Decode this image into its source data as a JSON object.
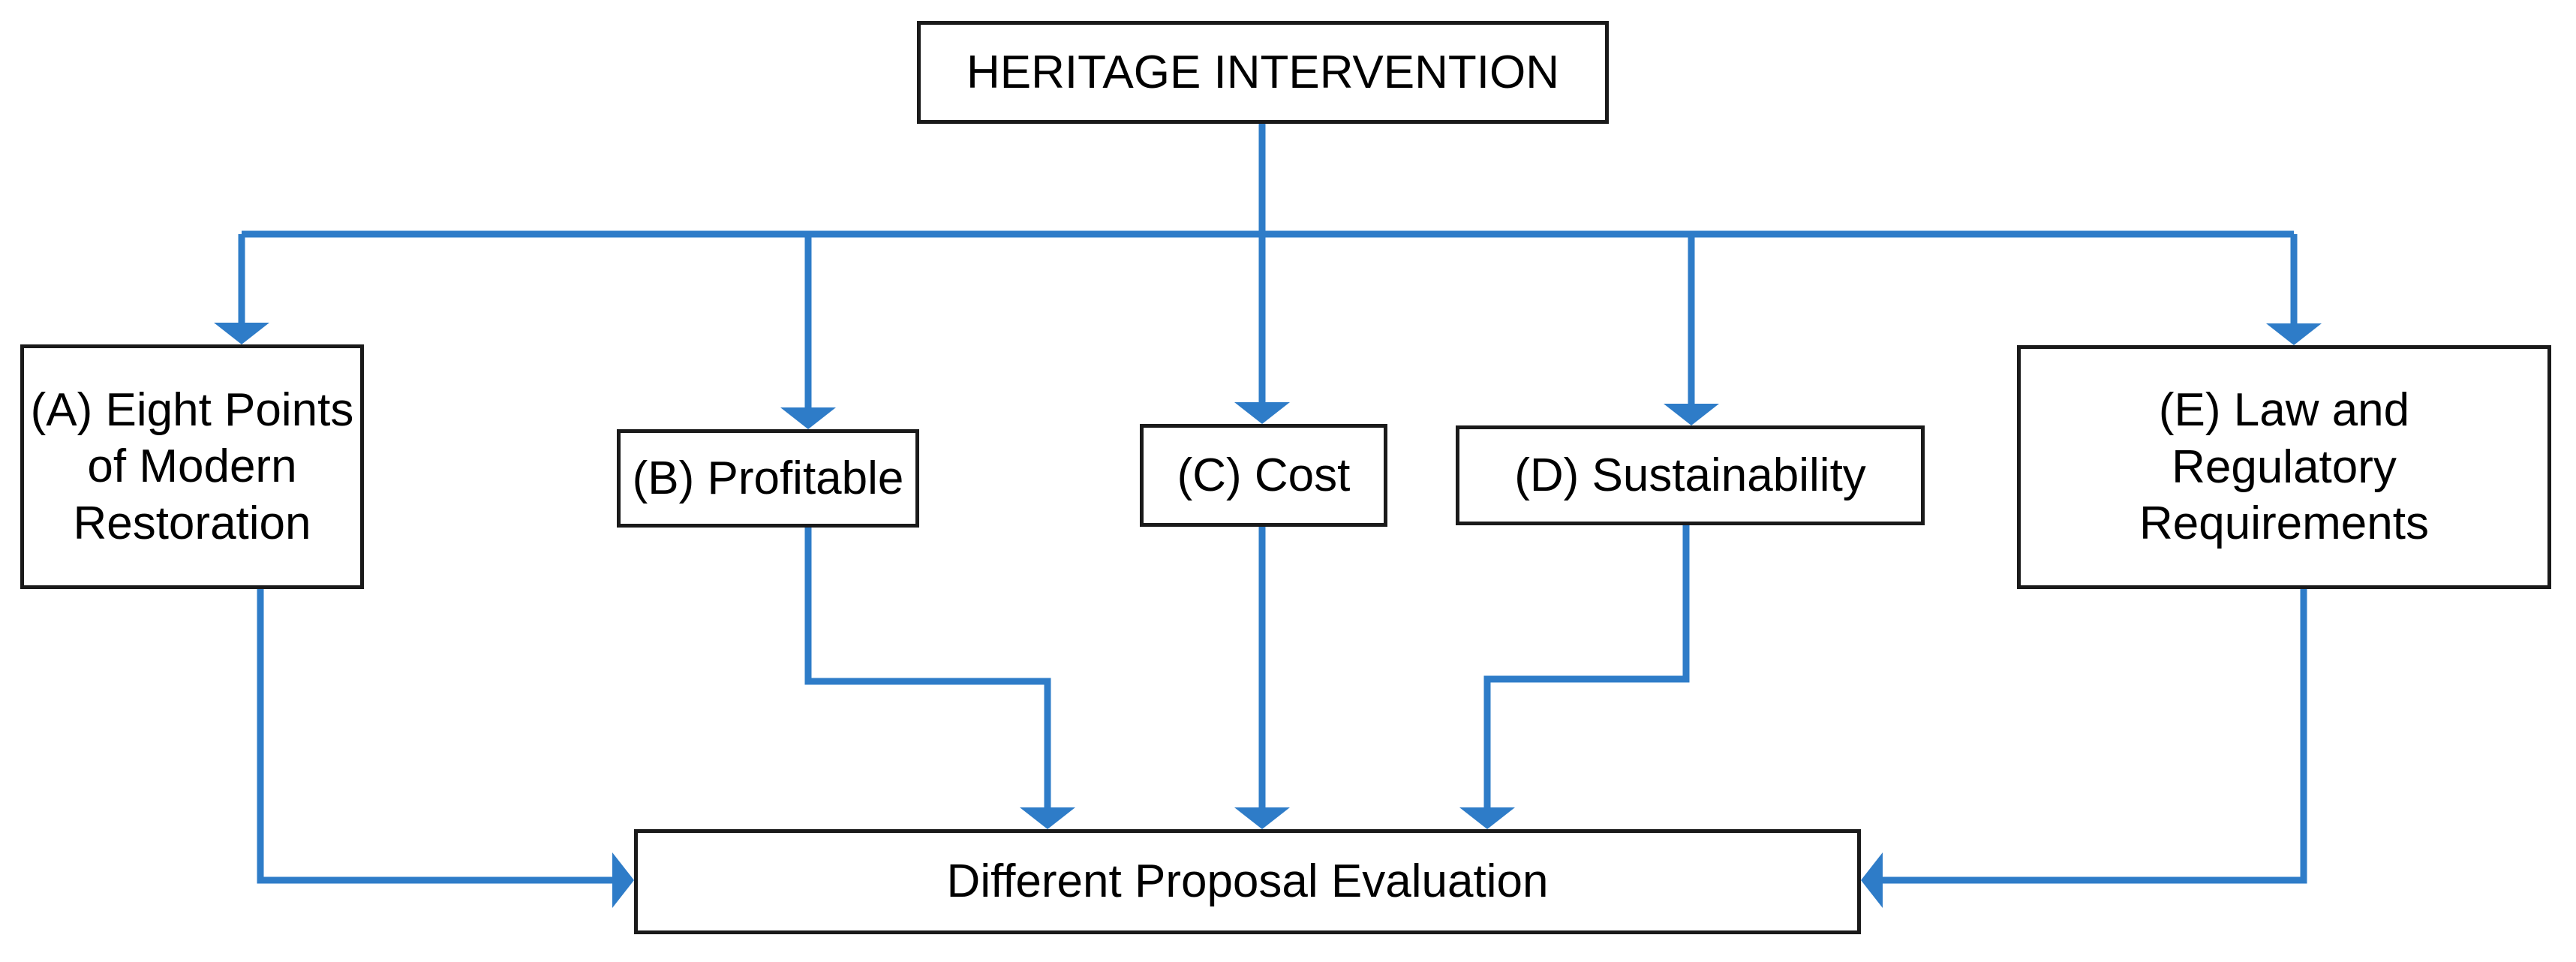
{
  "diagram": {
    "type": "flowchart",
    "orientation": "top-down",
    "accent_color": "#2E7CC8",
    "box_border_color": "#1A1A1A",
    "background_color": "#FFFFFF",
    "nodes": {
      "root": {
        "id": "heritage-intervention",
        "label": "HERITAGE INTERVENTION"
      },
      "a": {
        "id": "eight-points-of-modern-restoration",
        "label": "(A) Eight Points\nof Modern\nRestoration"
      },
      "b": {
        "id": "profitable",
        "label": "(B) Profitable"
      },
      "c": {
        "id": "cost",
        "label": "(C) Cost"
      },
      "d": {
        "id": "sustainability",
        "label": "(D) Sustainability"
      },
      "e": {
        "id": "law-and-regulatory-requirements",
        "label": "(E) Law and\nRegulatory\nRequirements"
      },
      "evaluation": {
        "id": "different-proposal-evaluation",
        "label": "Different Proposal Evaluation"
      }
    },
    "edges": [
      {
        "from": "heritage-intervention",
        "to": "eight-points-of-modern-restoration"
      },
      {
        "from": "heritage-intervention",
        "to": "profitable"
      },
      {
        "from": "heritage-intervention",
        "to": "cost"
      },
      {
        "from": "heritage-intervention",
        "to": "sustainability"
      },
      {
        "from": "heritage-intervention",
        "to": "law-and-regulatory-requirements"
      },
      {
        "from": "eight-points-of-modern-restoration",
        "to": "different-proposal-evaluation"
      },
      {
        "from": "profitable",
        "to": "different-proposal-evaluation"
      },
      {
        "from": "cost",
        "to": "different-proposal-evaluation"
      },
      {
        "from": "sustainability",
        "to": "different-proposal-evaluation"
      },
      {
        "from": "law-and-regulatory-requirements",
        "to": "different-proposal-evaluation"
      }
    ]
  }
}
